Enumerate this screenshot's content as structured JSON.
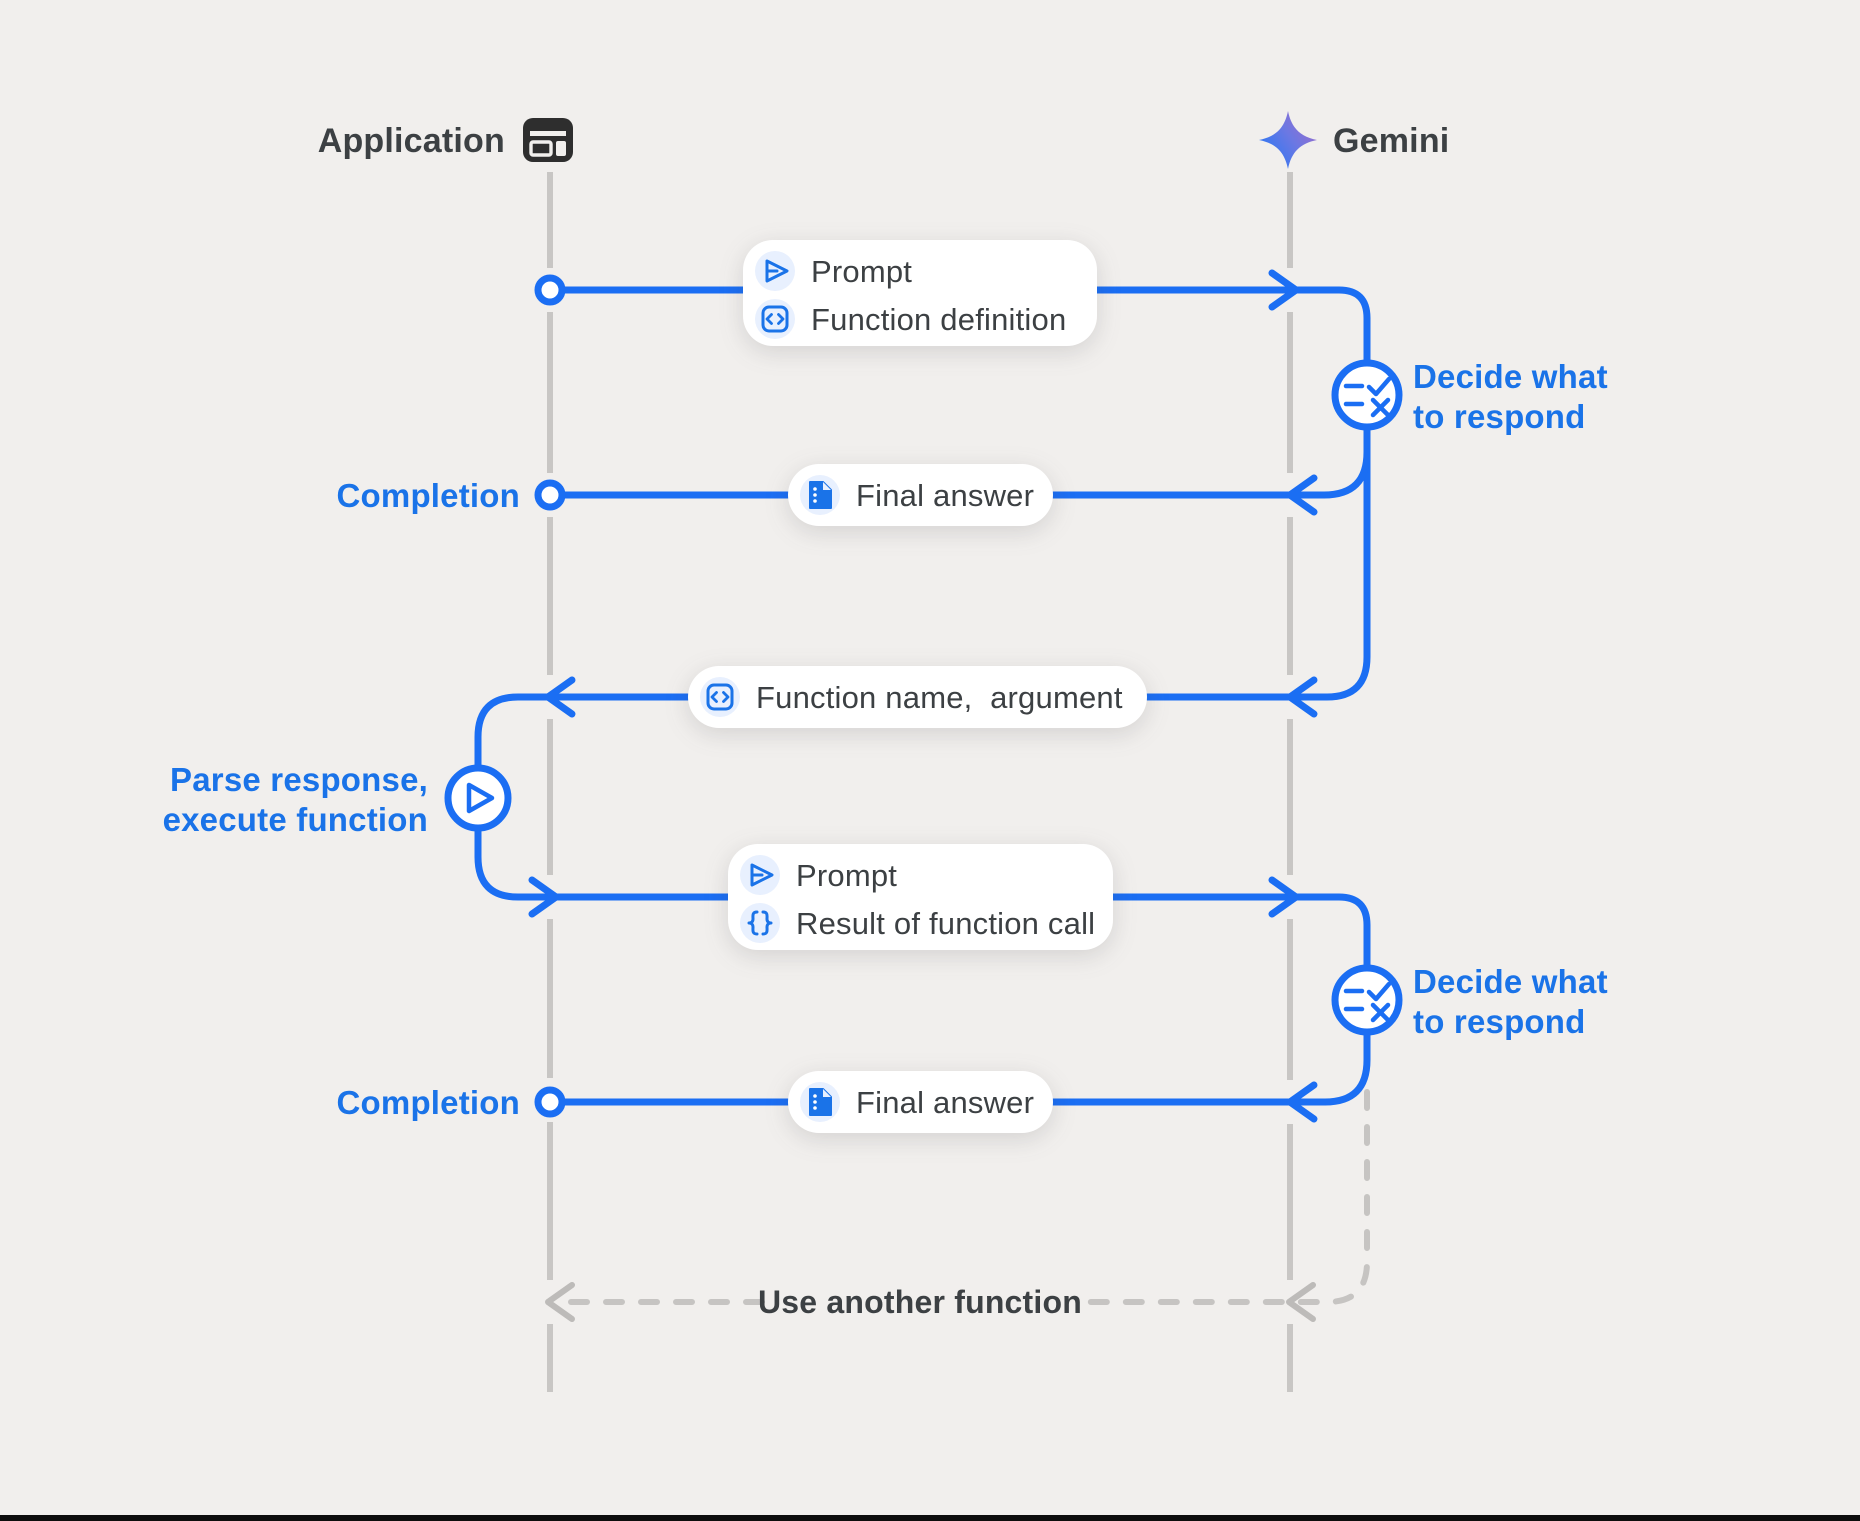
{
  "diagram": {
    "title_implicit": "Gemini function calling sequence",
    "background_color": "#f1efed",
    "bottom_bar_color": "#0d0d0d"
  },
  "colors": {
    "flow_blue": "#1b6ef3",
    "accent_blue": "#1a73e8",
    "chip_blue": "#e8f0fe",
    "dark_text": "#3c4043",
    "lifeline_gray": "#c8c6c4",
    "dash_gray": "#c6c4c2",
    "box_white": "#ffffff",
    "gemini_gradient": [
      "#2277f6",
      "#6b78e3",
      "#a06cc9"
    ]
  },
  "header": {
    "application": {
      "label": "Application",
      "icon": "app-window-icon"
    },
    "gemini": {
      "label": "Gemini",
      "icon": "gemini-sparkle-icon"
    }
  },
  "messages": [
    {
      "from": "application",
      "to": "gemini",
      "style": "solid",
      "rows": [
        {
          "icon": "send-icon",
          "label": "Prompt"
        },
        {
          "icon": "code-brackets-icon",
          "label": "Function definition"
        }
      ]
    },
    {
      "from": "gemini",
      "to": "application",
      "style": "solid",
      "endpoint_label": "Completion",
      "rows": [
        {
          "icon": "document-icon",
          "label": "Final answer"
        }
      ]
    },
    {
      "from": "gemini",
      "to": "application",
      "style": "solid",
      "rows": [
        {
          "icon": "code-brackets-icon",
          "label": "Function name,  argument"
        }
      ]
    },
    {
      "from": "application",
      "to": "gemini",
      "style": "solid",
      "rows": [
        {
          "icon": "send-icon",
          "label": "Prompt"
        },
        {
          "icon": "curly-braces-icon",
          "label": "Result of function call"
        }
      ]
    },
    {
      "from": "gemini",
      "to": "application",
      "style": "solid",
      "endpoint_label": "Completion",
      "rows": [
        {
          "icon": "document-icon",
          "label": "Final answer"
        }
      ]
    },
    {
      "from": "gemini",
      "to": "application",
      "style": "dashed",
      "label": "Use another function"
    }
  ],
  "annotations": {
    "decide_1": {
      "icon": "rule-check-icon",
      "lines": [
        "Decide what",
        "to respond"
      ]
    },
    "decide_2": {
      "icon": "rule-check-icon",
      "lines": [
        "Decide what",
        "to respond"
      ]
    },
    "parse_execute": {
      "icon": "play-icon",
      "lines": [
        "Parse response,",
        "execute function"
      ]
    }
  }
}
